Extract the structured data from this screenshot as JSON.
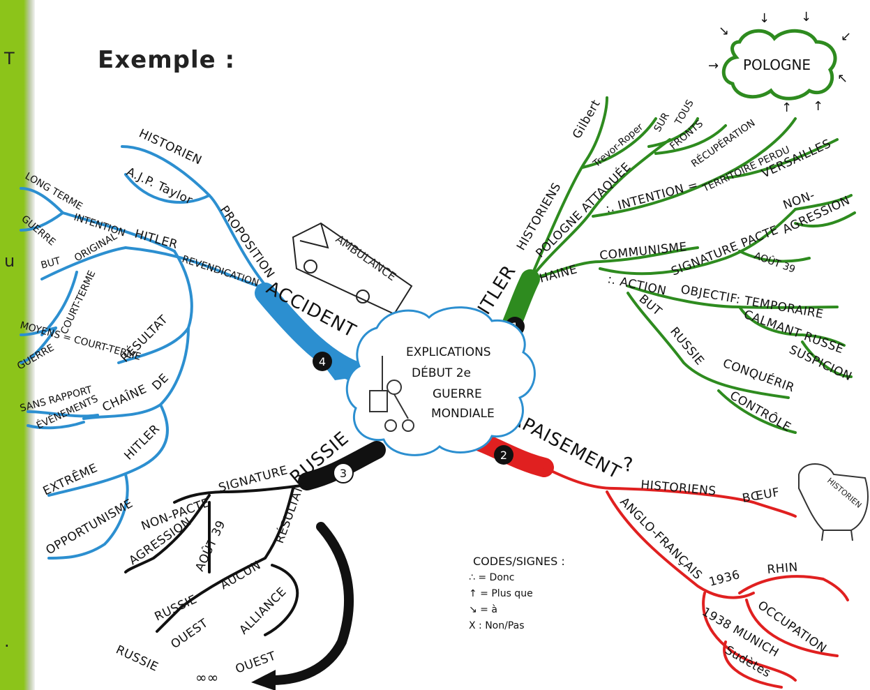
{
  "title": "Exemple :",
  "sidebar_fragments": [
    "T",
    "u",
    "."
  ],
  "center": {
    "lines": [
      "EXPLICATIONS",
      "DÉBUT 2e",
      "GUERRE",
      "MONDIALE"
    ]
  },
  "branch1": {
    "number": "1",
    "root": "HITLER",
    "historiens": "HISTORIENS",
    "gilbert": "Gilbert",
    "trevor": "Trevor-Roper",
    "pologne_attaquee": "POLOGNE ATTAQUÉE",
    "sur": "SUR",
    "tous": "TOUS",
    "fronts": "FRONTS",
    "intention": ":. INTENTION =",
    "recuperation": "RÉCUPÉRATION",
    "territoire": "TERRITOIRE PERDU",
    "versailles": "VERSAILLES",
    "pologne_box": "POLOGNE",
    "haine": "HAINE",
    "communisme": "COMMUNISME",
    "action": ":. ACTION",
    "signature_pacte": "SIGNATURE PACTE",
    "non": "NON-",
    "agression": "AGRESSION",
    "aout39": "AOÛT 39",
    "objectif": "OBJECTIF: TEMPORAIRE",
    "calmant": "CALMANT RUSSE",
    "suspicion": "SUSPICION",
    "but": "BUT",
    "russie": "RUSSIE",
    "conquerir": "CONQUÉRIR",
    "controle": "CONTRÔLE"
  },
  "branch2": {
    "number": "2",
    "root": "APAISEMENT",
    "historiens": "HISTORIENS",
    "boeuf": "BŒUF",
    "cow_text": "HISTORIEN",
    "anglo": "ANGLO-FRANÇAIS",
    "y1936": "1936",
    "rhin": "RHIN",
    "occupation": "OCCUPATION",
    "munich": "1938 MUNICH",
    "sudetes": "Sudètes"
  },
  "branch3": {
    "number": "3",
    "root": "RUSSIE",
    "signature": "SIGNATURE",
    "non_pacte": "NON-PACTE",
    "agression": "AGRESSION",
    "aout39": "AOÛT 39",
    "resultat": "RÉSULTAT",
    "aucun": "AUCUN",
    "russie": "RUSSIE",
    "ouest": "OUEST",
    "alliance": "ALLIANCE",
    "bottom_russie": "RUSSIE",
    "bottom_ouest": "OUEST"
  },
  "branch4": {
    "number": "4",
    "root": "ACCIDENT",
    "historien": "HISTORIEN",
    "taylor": "A.J.P. Taylor",
    "proposition": "PROPOSITION",
    "revendication": "REVENDICATION",
    "hitler": "HITLER",
    "intention": "INTENTION",
    "long_terme": "LONG TERME",
    "guerre": "GUERRE",
    "but": "BUT",
    "original": "ORIGINAL",
    "court_terme": "COURT-TERME",
    "moyens": "MOYENS = COURT-TERME",
    "guerre2": "GUERRE",
    "resultat": "RÉSULTAT",
    "sans_rapport": "SANS RAPPORT",
    "chaine": "CHAÎNE",
    "de": "DE",
    "evenements": "ÉVÉNEMENTS",
    "hitler2": "HITLER",
    "extreme": "EXTRÊME",
    "opportunisme": "OPPORTUNISME"
  },
  "ambulance": "AMBULANCE",
  "codes": {
    "title": "CODES/SIGNES :",
    "items": [
      "∴ = Donc",
      "↑ = Plus que",
      "↘ = à",
      "X : Non/Pas"
    ]
  },
  "colors": {
    "blue": "#2c8fd0",
    "green": "#2e8b1f",
    "red": "#e02020",
    "black": "#111111",
    "sidebar": "#8cc41a"
  }
}
